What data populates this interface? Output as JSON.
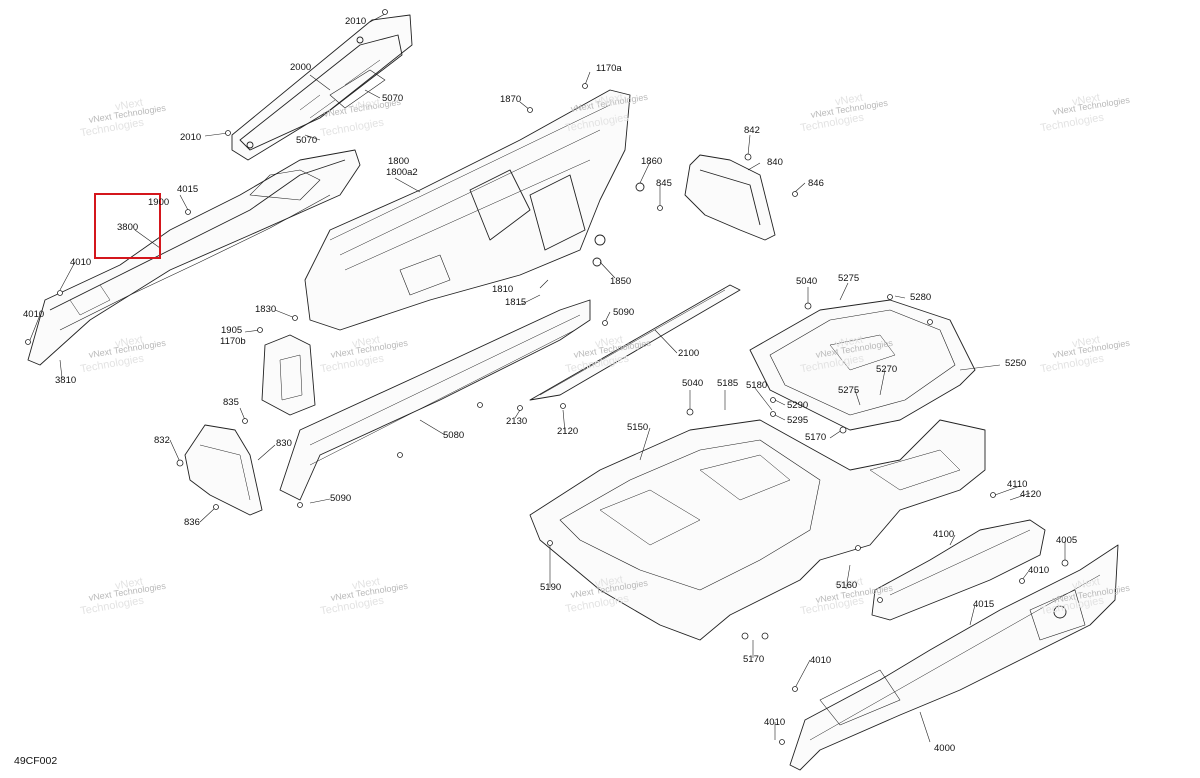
{
  "figure_id": "49CF002",
  "watermark": {
    "line1": "vNext Technologies",
    "line2": "Technologies",
    "line2b": "vNext"
  },
  "highlight_color": "#d4161c",
  "callouts": {
    "c2010a": "2010",
    "c2000": "2000",
    "c5070a": "5070",
    "c2010b": "2010",
    "c5070b": "5070",
    "c1170a": "1170a",
    "c1870": "1870",
    "c842": "842",
    "c840": "840",
    "c1860": "1860",
    "c845": "845",
    "c846": "846",
    "c1800": "1800",
    "c1800a2": "1800a2",
    "c4015a": "4015",
    "c1900": "1900",
    "c3800": "3800",
    "c4010a": "4010",
    "c4010b": "4010",
    "c3810": "3810",
    "c1810": "1810",
    "c1815": "1815",
    "c1850": "1850",
    "c1830": "1830",
    "c1905": "1905",
    "c1170b": "1170b",
    "c5090a": "5090",
    "c2100": "2100",
    "c5040a": "5040",
    "c5275a": "5275",
    "c5280": "5280",
    "c5250": "5250",
    "c5270": "5270",
    "c5275b": "5275",
    "c5040b": "5040",
    "c5185": "5185",
    "c5180": "5180",
    "c5290": "5290",
    "c5295": "5295",
    "c5170a": "5170",
    "c835": "835",
    "c832": "832",
    "c830": "830",
    "c836": "836",
    "c5080": "5080",
    "c2130": "2130",
    "c2120": "2120",
    "c5090b": "5090",
    "c5150": "5150",
    "c4110": "4110",
    "c4120": "4120",
    "c4100": "4100",
    "c4005": "4005",
    "c4010c": "4010",
    "c5190": "5190",
    "c5160": "5160",
    "c4015b": "4015",
    "c5170b": "5170",
    "c4010d": "4010",
    "c4010e": "4010",
    "c4000": "4000"
  }
}
